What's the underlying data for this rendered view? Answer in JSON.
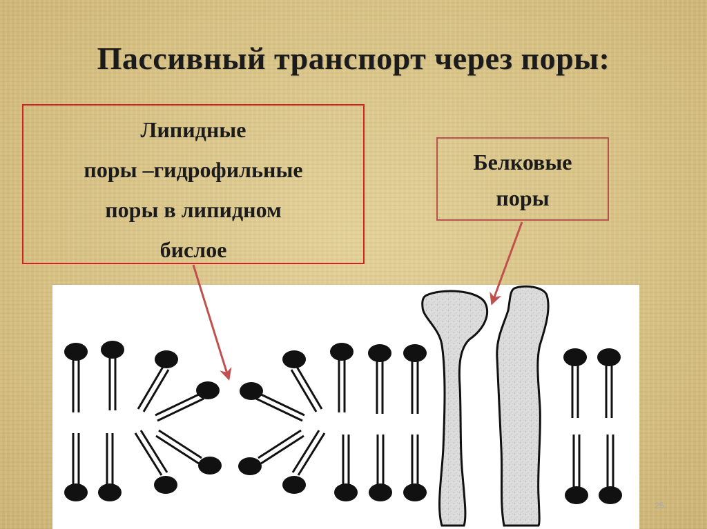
{
  "title": "Пассивный транспорт через поры:",
  "lipid_pores_box": {
    "lines": [
      "Липидные",
      "поры –гидрофильные",
      "поры в липидном",
      "бислое"
    ]
  },
  "protein_pores_box": {
    "lines": [
      "Белковые",
      "поры"
    ]
  },
  "slide_number": "25",
  "colors": {
    "lipid_box_border": "#d22222",
    "protein_box_border": "#b9524e",
    "arrow": "#c0504d",
    "protein_fill": "#dadada"
  }
}
